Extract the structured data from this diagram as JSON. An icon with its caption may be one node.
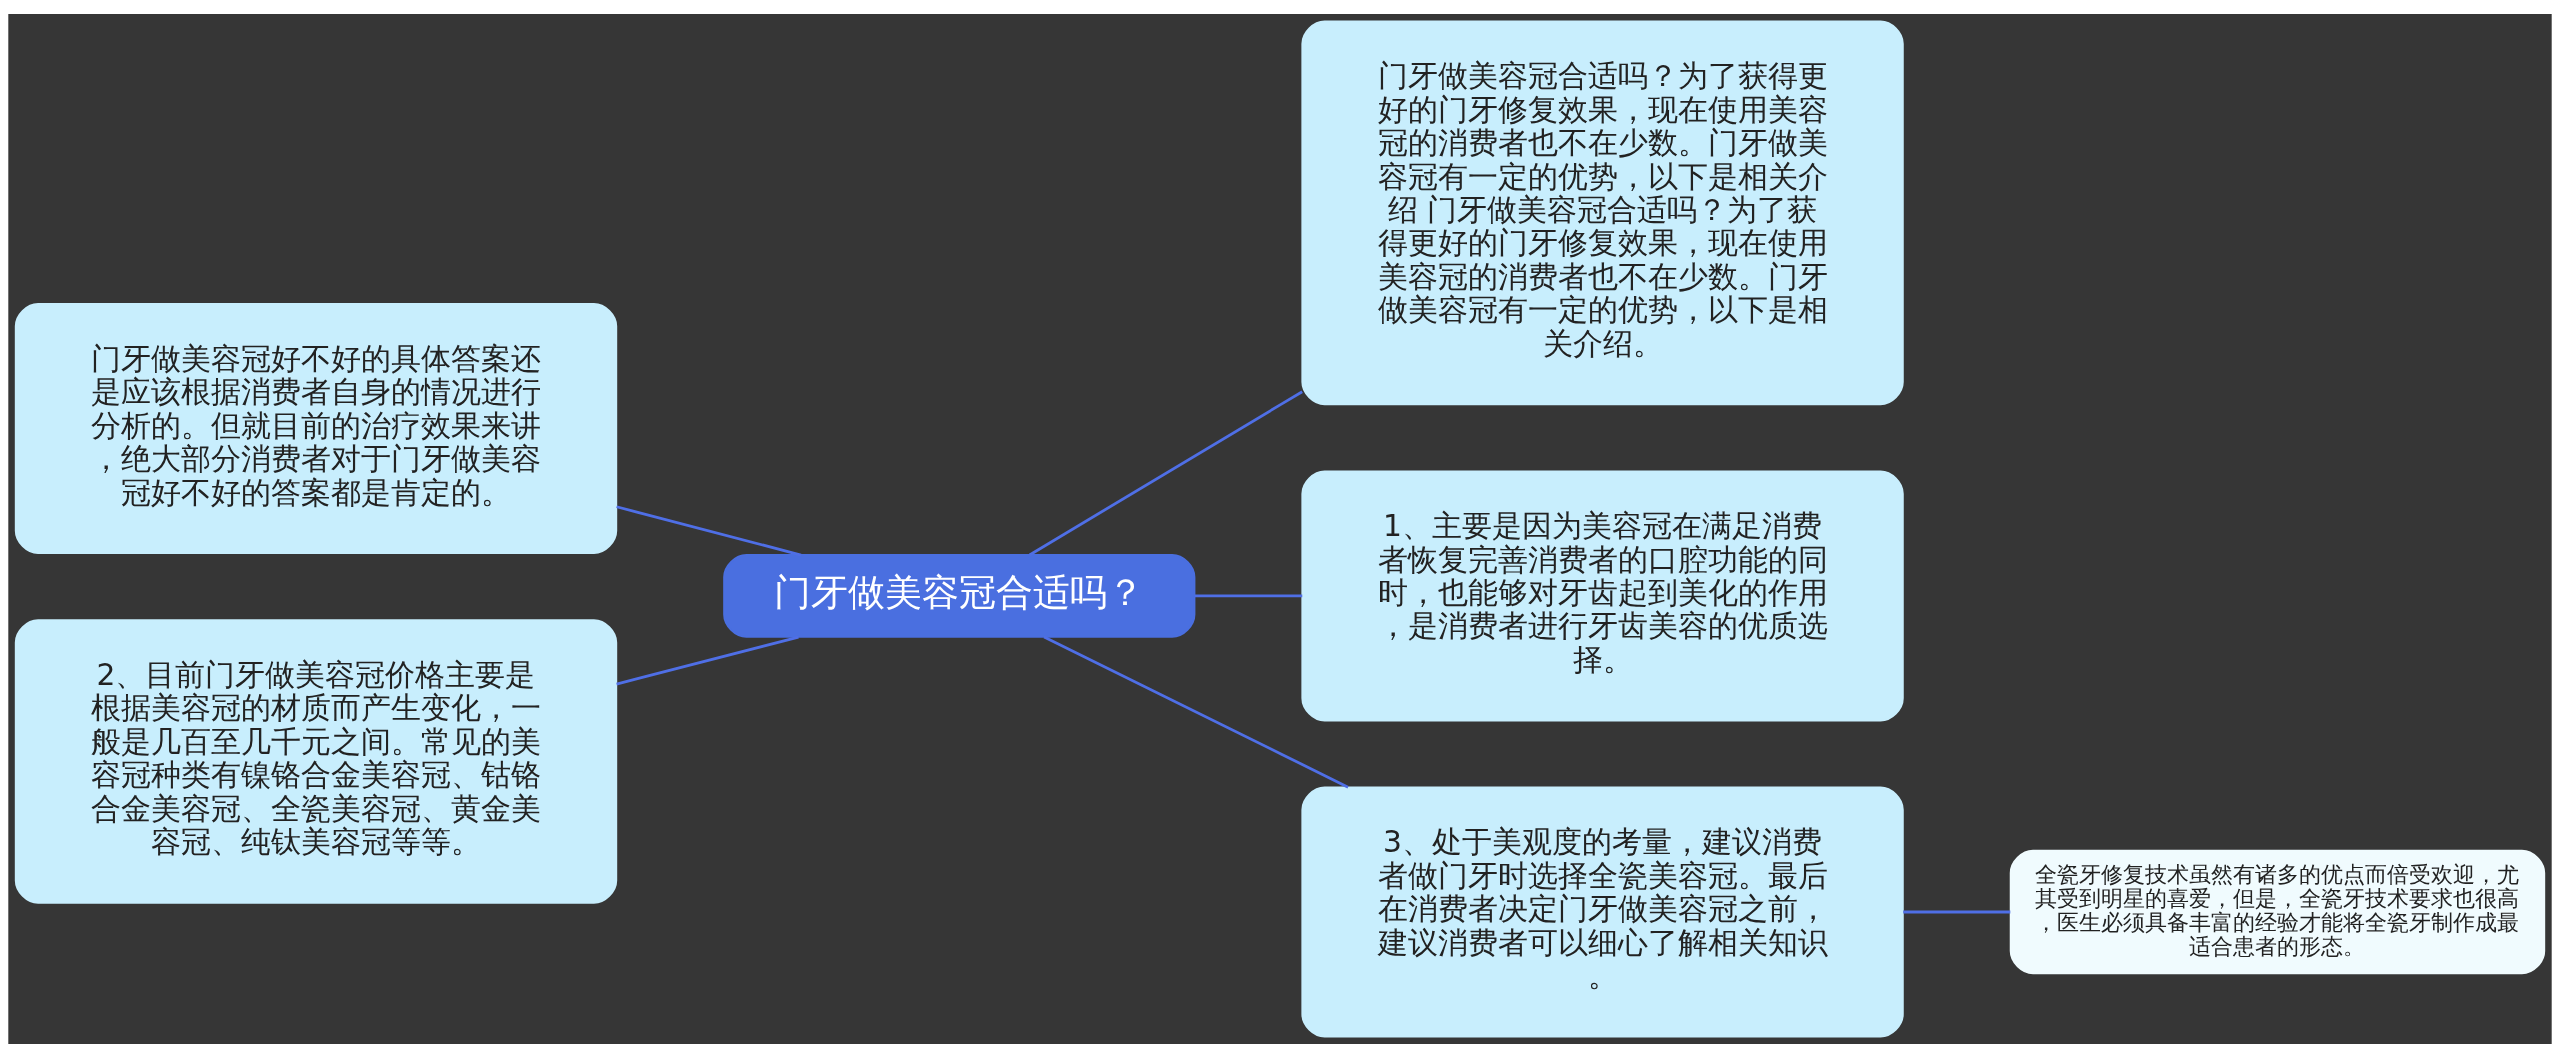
{
  "diagram": {
    "nodes": [
      {
        "text": [
          "门牙做美容冠合适吗？"
        ]
      },
      {
        "text": [
          "门牙做美容冠好不好的具体答案还是应该根据消费者自身的情况进行分析的。但就目前的治疗效果来讲，绝大部分消费者对于门牙做美容冠好不好的答案都是肯定的。"
        ]
      },
      {
        "text": [
          "2、目前门牙做美容冠价格主要是根据美容冠的材质而产生变化，一般是几百至几千元之间。常见的美容冠种类有镍铬合金美容冠、钴铬合金美容冠、全瓷美容冠、黄金美容冠、纯钛美容冠等等。"
        ]
      },
      {
        "text": [
          "门牙做美容冠合适吗？为了获得更好的门牙修复效果，现在使用美容冠的消费者也不在少数。门牙做美容冠有一定的优势，以下是相关介绍 门牙做美容冠合适吗？为了获得更好的门牙修复效果，现在使用美容冠的消费者也不在少数。门牙做美容冠有一定的优势，以下是相关介绍。"
        ]
      },
      {
        "text": [
          "1、主要是因为美容冠在满足消费者恢复完善消费者的口腔功能的同时，也能够对牙齿起到美化的作用，是消费者进行牙齿美容的优质选择。"
        ]
      },
      {
        "text": [
          "3、处于美观度的考量，建议消费者做门牙时选择全瓷美容冠。最后在消费者决定门牙做美容冠之前，建议消费者可以细心了解相关知识。"
        ]
      },
      {
        "text": [
          "全瓷牙修复技术虽然有诸多的优点而倍受欢迎，尤其受到明星的喜爱，但是，全瓷牙技术要求也很高，医生必须具备丰富的经验才能将全瓷牙制作成最适合患者的形态。"
        ]
      }
    ],
    "edges": [
      {
        "from": 0,
        "to": 1,
        "arrow": "none"
      },
      {
        "from": 0,
        "to": 2,
        "arrow": "none"
      },
      {
        "from": 0,
        "to": 3,
        "arrow": "none"
      },
      {
        "from": 0,
        "to": 4,
        "arrow": "none"
      },
      {
        "from": 0,
        "to": 5,
        "arrow": "none"
      },
      {
        "from": 5,
        "to": 6,
        "arrow": "none"
      }
    ]
  }
}
